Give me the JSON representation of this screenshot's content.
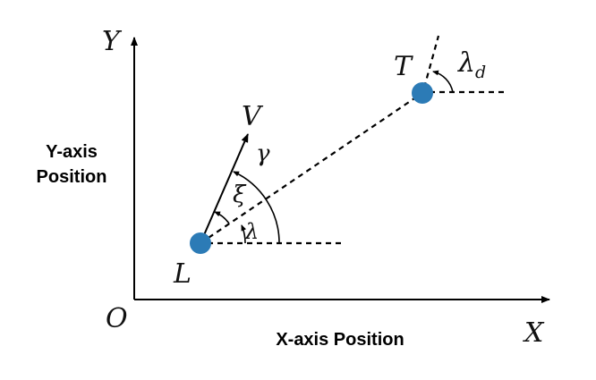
{
  "axes": {
    "y_symbol": "Y",
    "x_symbol": "X",
    "origin_symbol": "O",
    "y_label_line1": "Y-axis",
    "y_label_line2": "Position",
    "x_label": "X-axis Position"
  },
  "points": {
    "launcher": {
      "label": "L",
      "color": "#2c7bb6"
    },
    "target": {
      "label": "T",
      "color": "#2c7bb6"
    }
  },
  "vectors": {
    "velocity": {
      "label": "V"
    }
  },
  "angles": {
    "gamma": "γ",
    "xi": "ξ",
    "lambda": "λ",
    "lambda_d_base": "λ",
    "lambda_d_sub": "d"
  },
  "colors": {
    "line": "#000000",
    "point": "#2c7bb6"
  }
}
